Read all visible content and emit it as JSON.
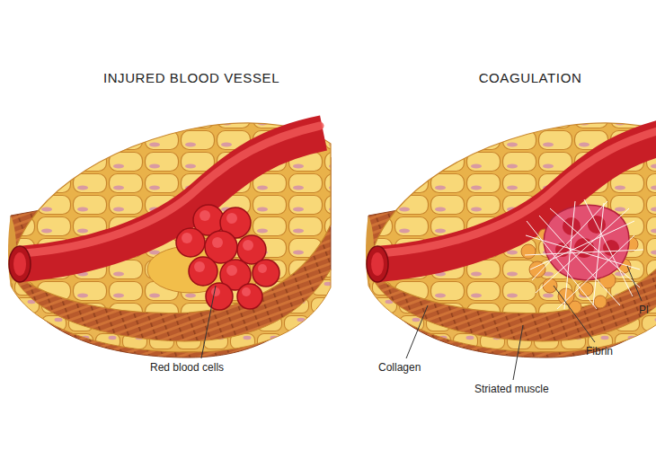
{
  "diagram": {
    "labels": [
      "INJURED BLOOD VESSEL",
      "COAGULATION",
      "Red blood cells",
      "Collagen",
      "Fibrin",
      "Striated muscle",
      "Pl"
    ]
  }
}
